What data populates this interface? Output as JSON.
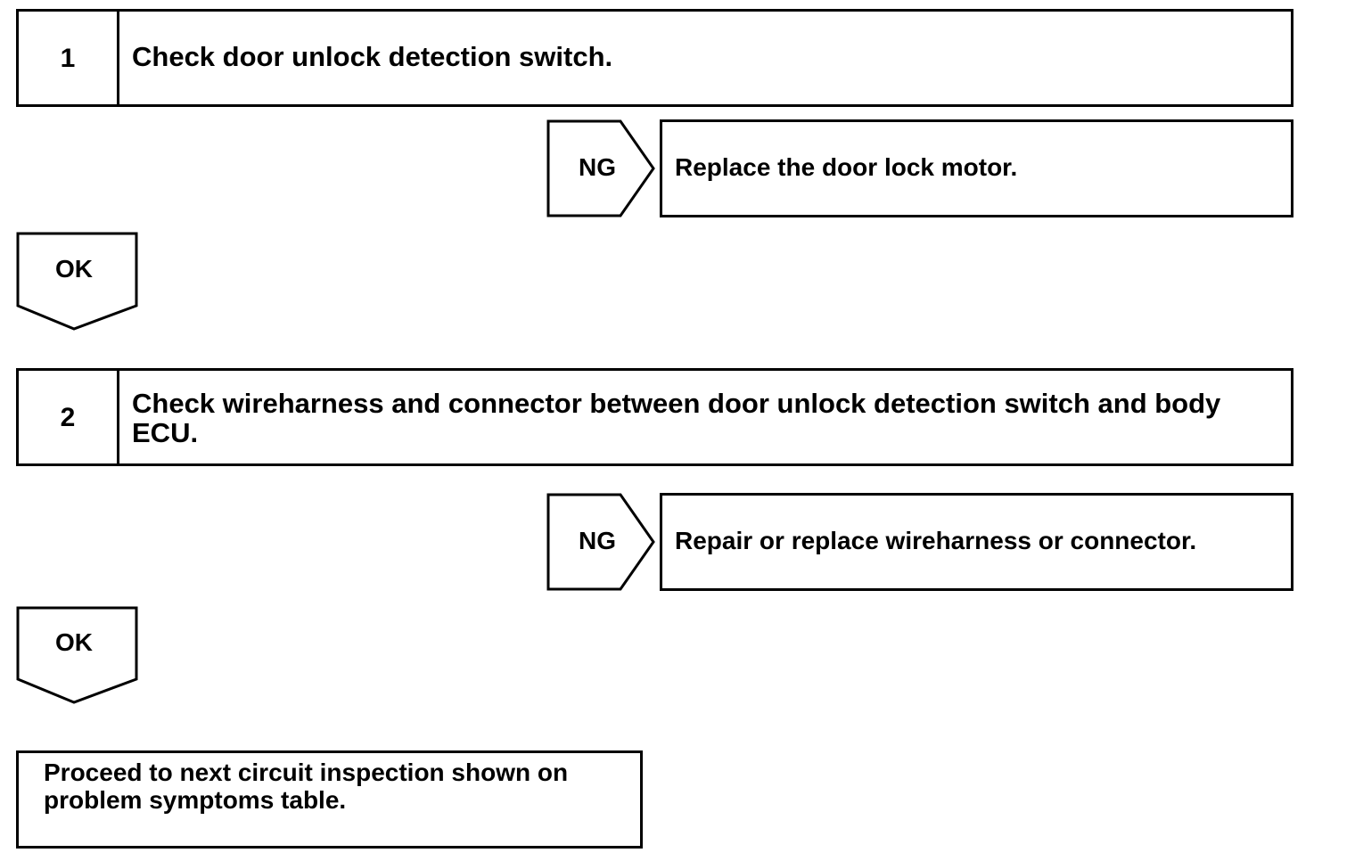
{
  "steps": [
    {
      "number": "1",
      "text": "Check door unlock detection switch.",
      "ng_label": "NG",
      "ng_result": "Replace the door lock motor.",
      "ok_label": "OK"
    },
    {
      "number": "2",
      "text": "Check wireharness and connector between door unlock detection switch and body ECU.",
      "ng_label": "NG",
      "ng_result": "Repair or replace wireharness or connector.",
      "ok_label": "OK"
    }
  ],
  "final": {
    "text": "Proceed to next circuit inspection shown on problem symptoms table."
  }
}
